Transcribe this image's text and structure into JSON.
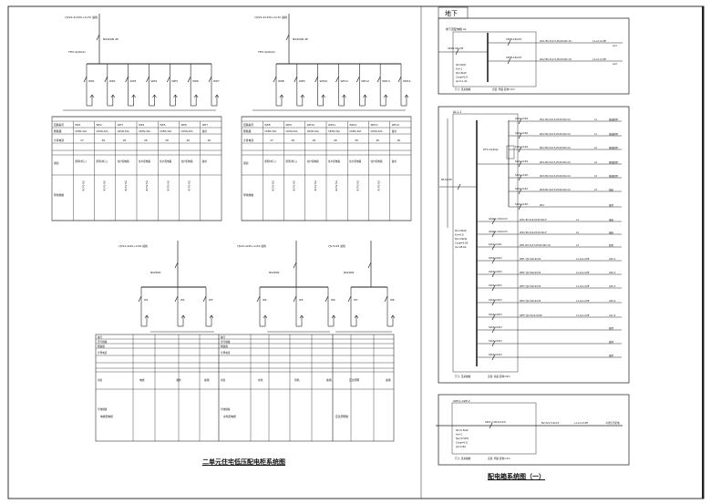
{
  "drawing": {
    "main_title": "二单元住宅低压配电柜系统图",
    "right_title": "配电箱系统图（一）",
    "basement_tab": "地下"
  },
  "top_systems": [
    {
      "incoming": "YJV22-4x150+1x70 进线",
      "main_breaker": "NS400N 4P",
      "bus_label": "TMY-4(40x4)",
      "feeders": [
        "WP1",
        "WP2",
        "WP3",
        "WP4",
        "WP5",
        "WP6",
        "WP7"
      ],
      "row_labels": [
        "回路编号",
        "断路器",
        "计算电流",
        "用途",
        "导线规格"
      ],
      "breakers": [
        "C65N-32A",
        "C65N-32A",
        "C65N-32A",
        "C65N-32A",
        "C65N-32A",
        "C65N-32A",
        "备用"
      ],
      "currents": [
        "27",
        "28",
        "26",
        "28",
        "28",
        "26",
        "40"
      ],
      "uses": [
        "照明(单元)",
        "照明(单元)",
        "住户配电箱",
        "住户配电箱",
        "住户配电箱",
        "住户配电箱",
        "备用"
      ],
      "cables": [
        "YJV-5x16",
        "YJV-5x16",
        "YJV-5x16",
        "YJV-5x16",
        "YJV-5x16",
        "YJV-5x16",
        ""
      ]
    },
    {
      "incoming": "YJV22-4x150+1x70 进线",
      "main_breaker": "NS400N 4P",
      "bus_label": "TMY-4(40x4)",
      "feeders": [
        "WP8",
        "WP9",
        "WP10",
        "WP11",
        "WP12",
        "WP13",
        "WP14"
      ],
      "row_labels": [
        "回路编号",
        "断路器",
        "计算电流",
        "用途",
        "导线规格"
      ],
      "breakers": [
        "C65N-32A",
        "C65N-32A",
        "C65N-32A",
        "C65N-32A",
        "C65N-32A",
        "C65N-32A",
        "备用"
      ],
      "currents": [
        "27",
        "28",
        "26",
        "28",
        "28",
        "26",
        "40"
      ],
      "uses": [
        "照明(单元)",
        "照明(单元)",
        "住户配电箱",
        "住户配电箱",
        "住户配电箱",
        "住户配电箱",
        "备用"
      ],
      "cables": [
        "YJV-5x16",
        "YJV-5x16",
        "YJV-5x16",
        "YJV-5x16",
        "YJV-5x16",
        "YJV-5x16",
        ""
      ]
    }
  ],
  "bottom_systems": [
    {
      "incoming": "YJV22-4x95+1x50 进线",
      "breaker": "NS250N",
      "feeders": [
        "W1",
        "W2",
        "W3"
      ],
      "uses": [
        "电梯",
        "消防",
        "备用"
      ]
    },
    {
      "incoming": "YJV22-4x95+1x50 进线",
      "breaker": "NS250N",
      "feeders": [
        "W4",
        "W5",
        "W6"
      ],
      "uses": [
        "水泵",
        "风机",
        "备用"
      ]
    },
    {
      "incoming": "YJV-5x25 进线",
      "breaker": "NS160N",
      "feeders": [
        "W7",
        "W8"
      ],
      "uses": [
        "应急照明",
        "备用"
      ]
    }
  ],
  "bottom_table": {
    "row_labels": [
      "编号",
      "型号规格",
      "断路器",
      "计算电流",
      "用途",
      "导线规格"
    ],
    "section_labels": [
      "电梯配电柜",
      "水泵配电柜",
      "应急照明箱"
    ]
  },
  "basement_panel": {
    "title": "地下室配电箱 AL",
    "incoming": "C65N-32A/3P",
    "circuits": [
      {
        "breaker": "C65N-16A/1P",
        "line": "WL1 BV-3x2.5-PC20-WC.CC",
        "phase": "L1,L2,L3,PE",
        "use": "AL1"
      },
      {
        "breaker": "C65N-16A/1P",
        "line": "WL2 BV-3x2.5-PC20-WC.CC",
        "phase": "L1,L2,L3,PE",
        "use": "AL2"
      }
    ],
    "params": [
      "Pe=6kW",
      "Kx=1",
      "Pjs=6kW",
      "Cosφ=0.8",
      "Ijs=11.4A"
    ],
    "footer": [
      "尺寸: 见系统图",
      "安装: 明装 距地1.5m"
    ]
  },
  "al_panel": {
    "title": "AL1-1",
    "incoming": "NT-63/3P",
    "meter": "DTS-10(40)A",
    "upper": [
      {
        "breaker": "S201-C16/1",
        "line": "WL1 BV-3x2.5-PC20-WC.CC",
        "phase": "L1",
        "use": "楼梯照明"
      },
      {
        "breaker": "S201-C16/1",
        "line": "WL2 BV-3x2.5-PC20-WC.CC",
        "phase": "L1",
        "use": "楼梯照明"
      },
      {
        "breaker": "S201-C16/1",
        "line": "WL3 BV-3x2.5-PC20-WC.CC",
        "phase": "L2",
        "use": "楼梯照明"
      },
      {
        "breaker": "S201-C16/1",
        "line": "WL4 BV-3x2.5-PC20-WC.CC",
        "phase": "L2",
        "use": "楼梯照明"
      },
      {
        "breaker": "S201-C16/1",
        "line": "WL5 BV-3x2.5-PC20-WC.CC",
        "phase": "L3",
        "use": "楼梯照明"
      },
      {
        "breaker": "S201-C16/1",
        "line": "WL6 BV-3x2.5-PC20-WC.CC",
        "phase": "L3",
        "use": "插座"
      },
      {
        "breaker": "S201-C16/1",
        "line": "WL7",
        "phase": "",
        "use": "备用"
      }
    ],
    "lower": [
      {
        "breaker": "GS261-C16/0.03",
        "line": "WX1  BV-3x4-PC25-WC.F",
        "phase": "L1",
        "use": "插座"
      },
      {
        "breaker": "GS261-C16/0.03",
        "line": "WX2  BV-3x4-PC25-WC.F",
        "phase": "L2",
        "use": "插座"
      },
      {
        "breaker": "S201-C16/1",
        "line": "WE1  BV-3x2.5-PC20-WC.CC",
        "phase": "L3",
        "use": "照明"
      },
      {
        "breaker": "S203-C20/3",
        "line": "WP1  YJV-5x6-SC32",
        "phase": "L1,L2,L3,PE",
        "use": "AP1-1"
      },
      {
        "breaker": "S203-C20/3",
        "line": "WP2  YJV-5x6-SC32",
        "phase": "L1,L2,L3,PE",
        "use": "AP1-2"
      },
      {
        "breaker": "S203-C20/3",
        "line": "WP3  YJV-5x6-SC32",
        "phase": "L1,L2,L3,PE",
        "use": "AP1-3"
      },
      {
        "breaker": "S203-C20/3",
        "line": "WP4  YJV-5x6-SC32",
        "phase": "L1,L2,L3,PE",
        "use": "AP1-4"
      },
      {
        "breaker": "S203-C25/3",
        "line": "WP5  YJV-5x10-SC40",
        "phase": "L1,L2,L3,PE",
        "use": "AL1-2"
      },
      {
        "breaker": "S203-C16/3",
        "line": "",
        "phase": "",
        "use": "备用"
      },
      {
        "breaker": "S203-C16/3",
        "line": "",
        "phase": "",
        "use": "备用"
      },
      {
        "breaker": "S203-C16/3",
        "line": "",
        "phase": "",
        "use": "备用"
      }
    ],
    "params": [
      "Pe=20kW",
      "Kx=0.8",
      "Pjs=16kW",
      "Cosφ=0.85",
      "Ijs=28.6A"
    ],
    "footer": [
      "尺寸: 见系统图",
      "安装: 暗装 距地1.8m"
    ]
  },
  "small_panel": {
    "title": "XZP-1,XZP-2",
    "breaker": "S201-C16/1(0.03)",
    "line": "BV-3x2.5-SC15",
    "phase": "L1,L2,L3,PE",
    "use": "人防信号配电",
    "params": [
      "Pe=0.5kW",
      "Kx=1",
      "Pjs=0.5kW",
      "Cosφ=0.8",
      "Ijs=2.8A"
    ],
    "footer": [
      "尺寸: 见系统图",
      "安装: 明装 距地1.5m"
    ]
  }
}
